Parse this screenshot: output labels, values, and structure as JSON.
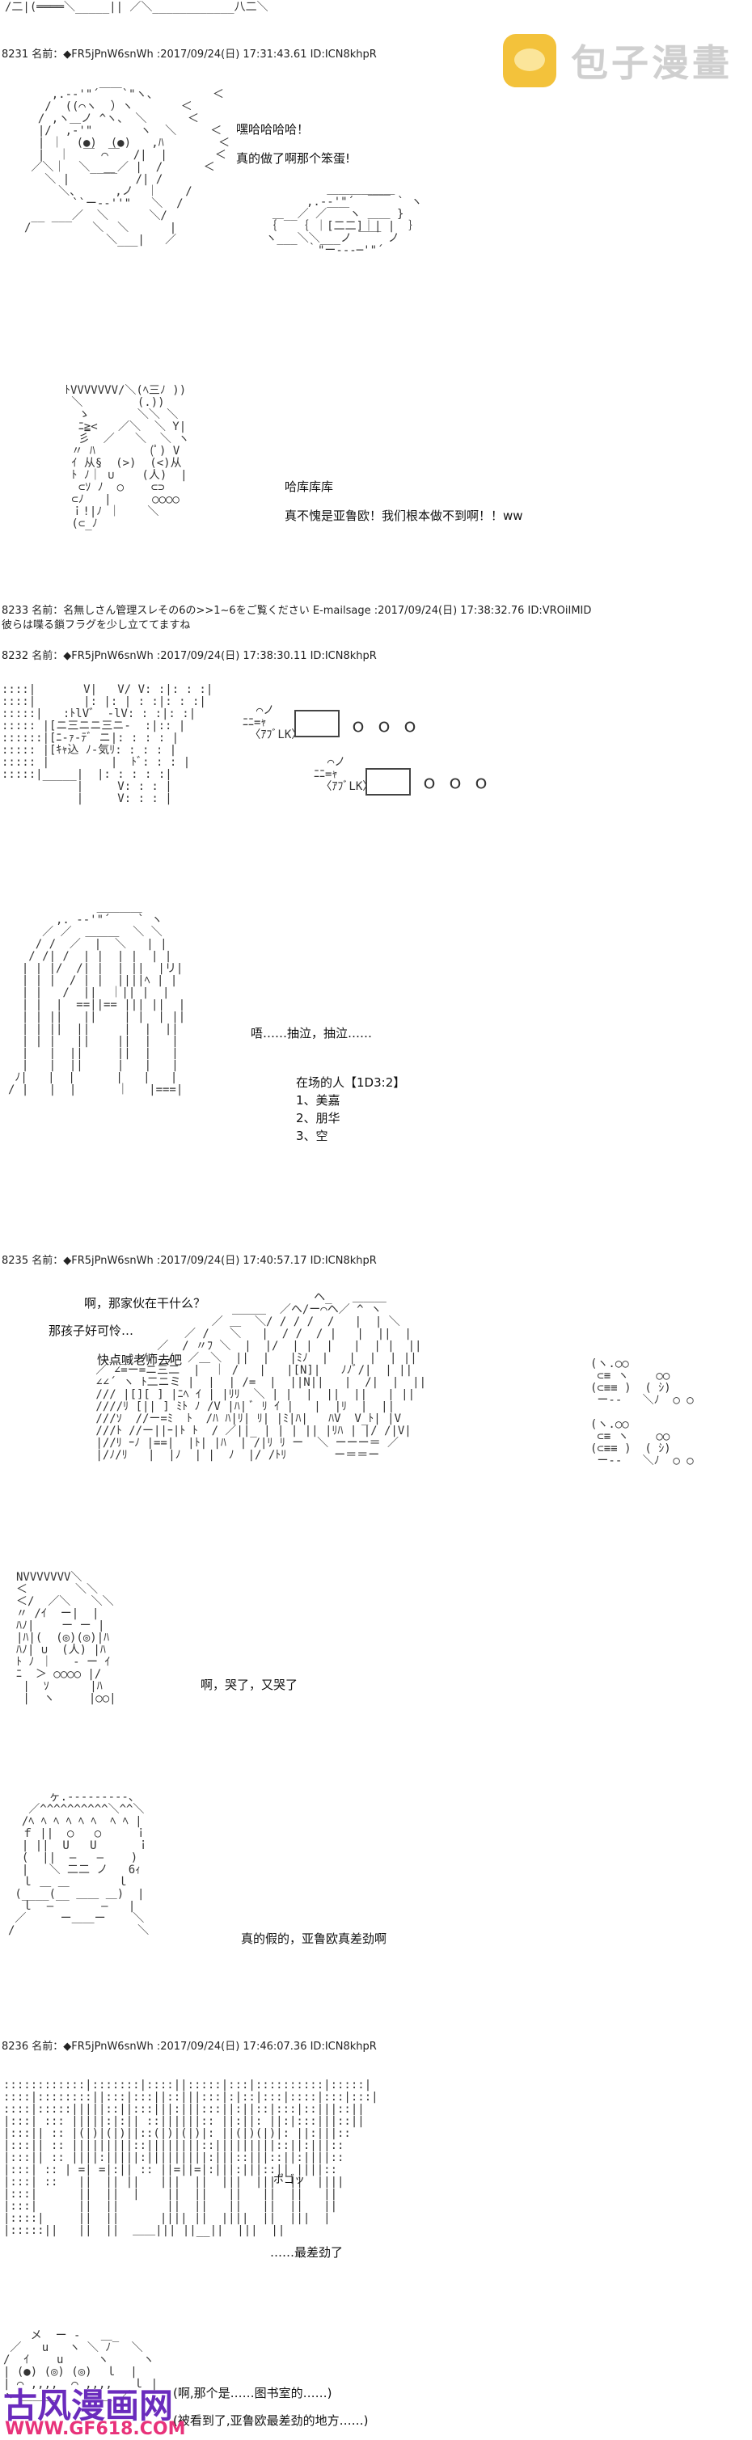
{
  "logo": {
    "text": "包子漫畫"
  },
  "stamp": {
    "title": "古风漫画网",
    "url": "WWW.GF618.COM"
  },
  "posts": [
    {
      "header": "8231 名前：◆FR5jPnW6snWh :2017/09/24(日) 17:31:43.61 ID:ICN8khpR"
    },
    {
      "header": "8233 名前：名無しさん管理スレその6の>>1~6をご覧ください E-mailsage :2017/09/24(日) 17:38:32.76 ID:VROiIMID"
    },
    {
      "header": "8232 名前：◆FR5jPnW6snWh :2017/09/24(日) 17:38:30.11 ID:ICN8khpR"
    },
    {
      "header": "8235 名前：◆FR5jPnW6snWh :2017/09/24(日) 17:40:57.17 ID:ICN8khpR"
    },
    {
      "header": "8236 名前：◆FR5jPnW6snWh :2017/09/24(日) 17:46:07.36 ID:ICN8khpR"
    }
  ],
  "post8233_body": "彼らは喋る鎖フラグを少し立ててますね",
  "dialogue": {
    "p1_a": "嘿哈哈哈哈！",
    "p1_b": "真的做了啊那个笨蛋!",
    "p1_c": "哈库库库",
    "p1_d": "真不愧是亚鲁欧！我们根本做不到啊！！ww",
    "p2_a": "唔……抽泣，抽泣……",
    "p3_a": "啊，那家伙在干什么？",
    "p3_b": "那孩子好可怜…",
    "p3_c": "快点喊老师去吧",
    "p3_d": "啊，哭了，又哭了",
    "p3_e": "真的假的，亚鲁欧真差劲啊",
    "p4_a": "……最差劲了",
    "p4_b": "(啊,那个是……图书室的……)",
    "p4_c": "(被看到了,亚鲁欧最差劲的地方……)"
  },
  "roster": {
    "title": "在场的人【1D3:2】",
    "items": [
      "1、美嘉",
      "2、朋华",
      "3、空"
    ]
  },
  "sfx": {
    "kopo": "ポゴッ"
  }
}
